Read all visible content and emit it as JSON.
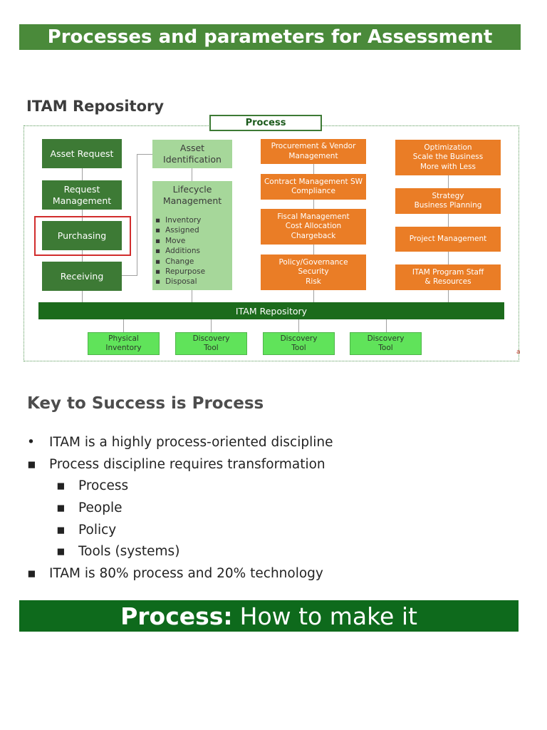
{
  "banner": {
    "title": "Processes and parameters for Assessment"
  },
  "diagram": {
    "section_title": "ITAM Repository",
    "process_label": "Process",
    "column1": [
      {
        "lines": [
          "Asset Request"
        ]
      },
      {
        "lines": [
          "Request",
          "Management"
        ]
      },
      {
        "lines": [
          "Purchasing"
        ]
      },
      {
        "lines": [
          "Receiving"
        ]
      }
    ],
    "column2": {
      "asset_identification": [
        "Asset",
        "Identification"
      ],
      "lifecycle_title": [
        "Lifecycle",
        "Management"
      ],
      "lifecycle_items": [
        "Inventory",
        "Assigned",
        "Move",
        "Additions",
        "Change",
        "Repurpose",
        "Disposal"
      ]
    },
    "column3": [
      {
        "lines": [
          "Procurement & Vendor",
          "Management"
        ]
      },
      {
        "lines": [
          "Contract Management SW",
          "Compliance"
        ]
      },
      {
        "lines": [
          "Fiscal Management",
          "Cost Allocation",
          "Chargeback"
        ]
      },
      {
        "lines": [
          "Policy/Governance",
          "Security",
          "Risk"
        ]
      }
    ],
    "column4": [
      {
        "lines": [
          "Optimization",
          "Scale the Business",
          "More with Less"
        ]
      },
      {
        "lines": [
          "Strategy",
          "Business Planning"
        ]
      },
      {
        "lines": [
          "Project Management"
        ]
      },
      {
        "lines": [
          "ITAM Program Staff",
          "& Resources"
        ]
      }
    ],
    "repository_bar": "ITAM Repository",
    "sources": [
      {
        "lines": [
          "Physical",
          "Inventory"
        ]
      },
      {
        "lines": [
          "Discovery",
          "Tool"
        ]
      },
      {
        "lines": [
          "Discovery",
          "Tool"
        ]
      },
      {
        "lines": [
          "Discovery",
          "Tool"
        ]
      }
    ],
    "corner_mark": "a",
    "colors": {
      "dark_green": "#3d7a35",
      "light_green": "#a6d79a",
      "orange": "#ea7d26",
      "bright_green": "#60e35a",
      "repo_green": "#1c6b1c",
      "highlight_red": "#d12d2d"
    }
  },
  "key_section": {
    "title": "Key to Success is Process",
    "items": [
      {
        "bullet": "•",
        "text": "ITAM is a highly process-oriented discipline",
        "level": 0
      },
      {
        "bullet": "▪",
        "text": "Process discipline requires transformation",
        "level": 0
      },
      {
        "bullet": "▪",
        "text": "Process",
        "level": 1
      },
      {
        "bullet": "▪",
        "text": "People",
        "level": 1
      },
      {
        "bullet": "▪",
        "text": "Policy",
        "level": 1
      },
      {
        "bullet": "▪",
        "text": "Tools (systems)",
        "level": 1
      },
      {
        "bullet": "▪",
        "text": "ITAM is 80% process and 20% technology",
        "level": 0
      }
    ]
  },
  "footer": {
    "bold": "Process:",
    "rest": "How to make it"
  }
}
